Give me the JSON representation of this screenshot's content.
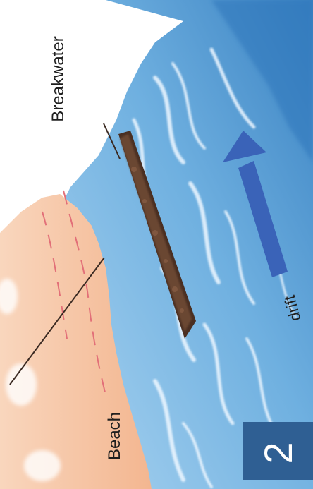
{
  "diagram": {
    "labels": {
      "breakwater": "Breakwater",
      "beach": "Beach",
      "drift": "drift",
      "panel_number": "2"
    },
    "colors": {
      "sea_dark": "#3f86c4",
      "sea_mid": "#8ec0e6",
      "sea_light": "#cfe6f6",
      "beach_fill": "#f6c2a0",
      "beach_dash": "#e2727a",
      "breakwater": "#5a3a2a",
      "arrow": "#3a63b8",
      "badge": "#2f5f93"
    },
    "icons": [
      "breakwater-structure",
      "drift-arrow",
      "profile-line"
    ]
  }
}
